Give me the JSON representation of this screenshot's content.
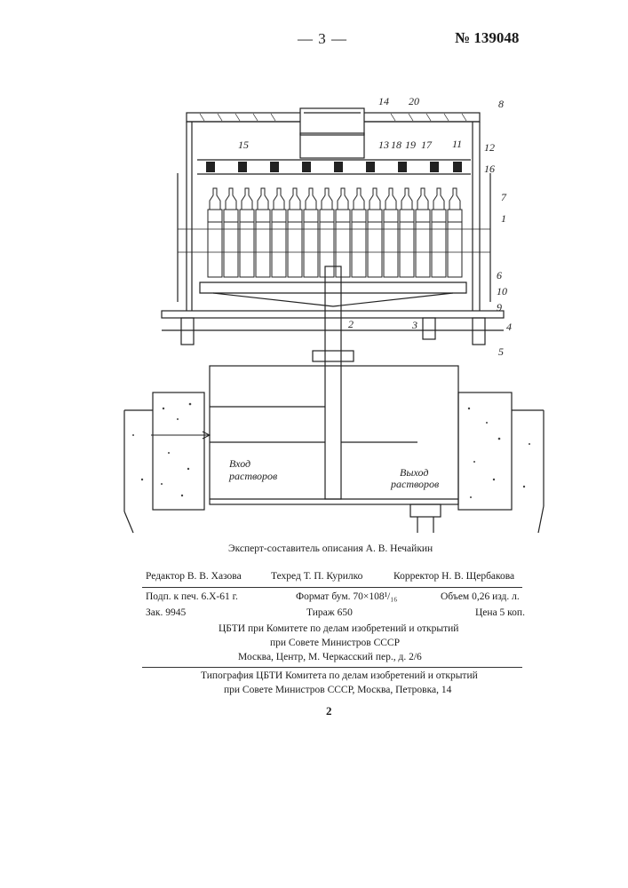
{
  "header": {
    "page_number": "— 3 —",
    "patent_number": "№ 139048"
  },
  "figure": {
    "callouts": [
      "14",
      "20",
      "8",
      "13",
      "18",
      "19",
      "17",
      "11",
      "12",
      "15",
      "16",
      "7",
      "1",
      "6",
      "10",
      "9",
      "2",
      "3",
      "4",
      "5"
    ],
    "inlet_label_line1": "Вход",
    "inlet_label_line2": "растворов",
    "outlet_label_line1": "Выход",
    "outlet_label_line2": "растворов"
  },
  "compiler": "Эксперт-составитель описания А. В. Нечайкин",
  "credits": {
    "editor": "Редактор В. В. Хазова",
    "tech_editor": "Техред Т. П. Курилко",
    "corrector": "Корректор Н. В. Щербакова"
  },
  "publication": {
    "signed": "Подп. к печ. 6.X-61 г.",
    "format": "Формат бум. 70×108¹/₁₆",
    "volume": "Объем 0,26 изд. л.",
    "order": "Зак. 9945",
    "print_run": "Тираж 650",
    "price": "Цена 5 коп."
  },
  "institution": {
    "line1": "ЦБТИ при Комитете по делам изобретений и открытий",
    "line2": "при Совете Министров СССР",
    "line3": "Москва, Центр, М. Черкасский пер., д. 2/6"
  },
  "printer": {
    "line1": "Типография ЦБТИ Комитета по делам изобретений и открытий",
    "line2": "при Совете Министров СССР, Москва, Петровка, 14"
  },
  "footer_page": "2"
}
